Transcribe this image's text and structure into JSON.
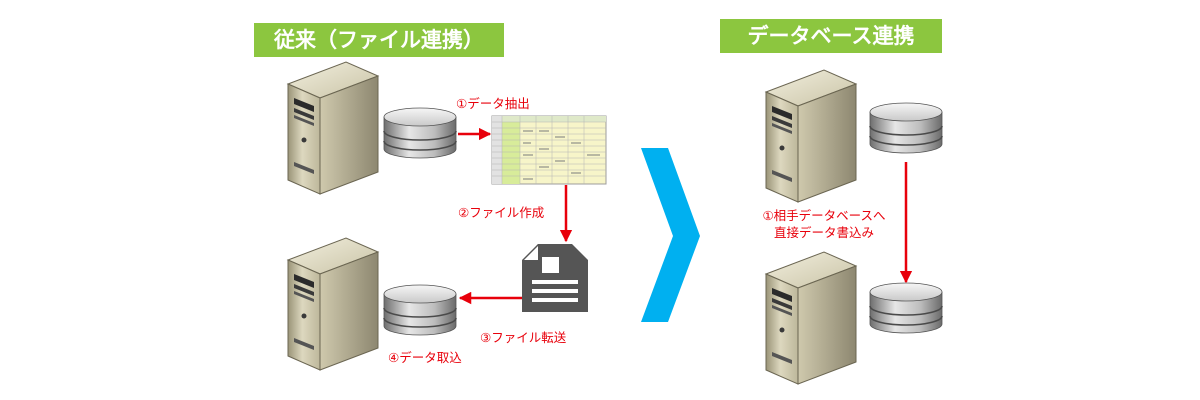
{
  "left_title": "従来（ファイル連携）",
  "right_title": "データベース連携",
  "left_steps": {
    "step1": "①データ抽出",
    "step2": "②ファイル作成",
    "step3": "③ファイル転送",
    "step4": "④データ取込"
  },
  "right_steps": {
    "line1": "①相手データベースへ",
    "line2": "直接データ書込み"
  },
  "colors": {
    "banner": "#8cc63f",
    "arrow": "#e8000b",
    "big_arrow": "#00b0f0",
    "doc_icon": "#555555"
  }
}
